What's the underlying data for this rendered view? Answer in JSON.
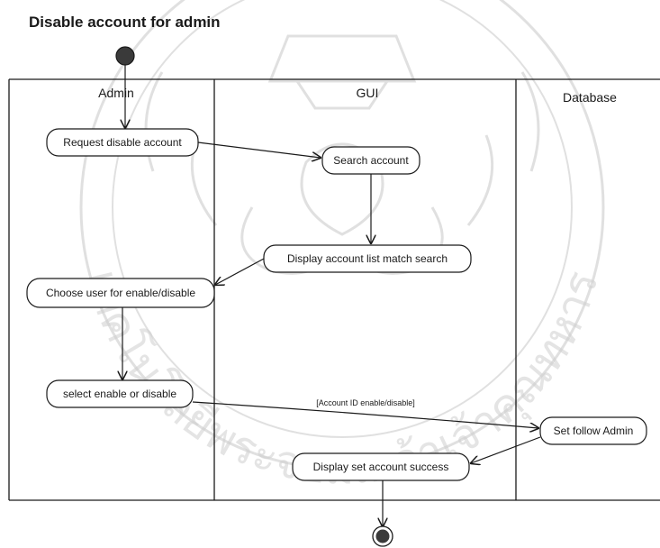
{
  "diagram": {
    "title": "Disable account for admin",
    "lanes": [
      {
        "id": "admin",
        "label": "Admin"
      },
      {
        "id": "gui",
        "label": "GUI"
      },
      {
        "id": "database",
        "label": "Database"
      }
    ],
    "activities": [
      {
        "id": "request_disable",
        "label": "Request disable account"
      },
      {
        "id": "search_account",
        "label": "Search account"
      },
      {
        "id": "display_list",
        "label": "Display account list match search"
      },
      {
        "id": "choose_user",
        "label": "Choose user for enable/disable"
      },
      {
        "id": "select_enable",
        "label": "select enable or disable"
      },
      {
        "id": "set_follow",
        "label": "Set follow Admin"
      },
      {
        "id": "display_success",
        "label": "Display set account success"
      }
    ],
    "edge_label": "[Account ID enable/disable]",
    "watermark": "มหาวิทยาลัยเทคโนโลยีพระจอมเกล้าเจ้าคุณทหารลาดกระบัง"
  },
  "colors": {
    "line": "#1a1a1a",
    "node_fill": "#3a3a3a",
    "watermark": "#c8c8c8"
  }
}
